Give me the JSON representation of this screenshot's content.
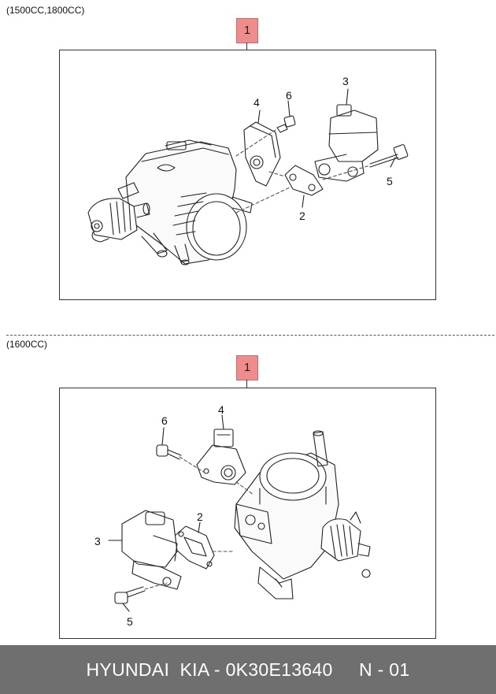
{
  "sections": [
    {
      "variant_label": "(1500CC,1800CC)",
      "assembly_number": "1",
      "parts": {
        "p2": "2",
        "p3": "3",
        "p4": "4",
        "p5": "5",
        "p6": "6"
      }
    },
    {
      "variant_label": "(1600CC)",
      "assembly_number": "1",
      "parts": {
        "p2": "2",
        "p3": "3",
        "p4": "4",
        "p5": "5",
        "p6": "6"
      }
    }
  ],
  "footer": {
    "text": "HYUNDAI  KIA - 0K30E13640     N - 01"
  },
  "colors": {
    "callout_fill": "#f08c8c",
    "footer_bg": "#6f6f6f"
  }
}
